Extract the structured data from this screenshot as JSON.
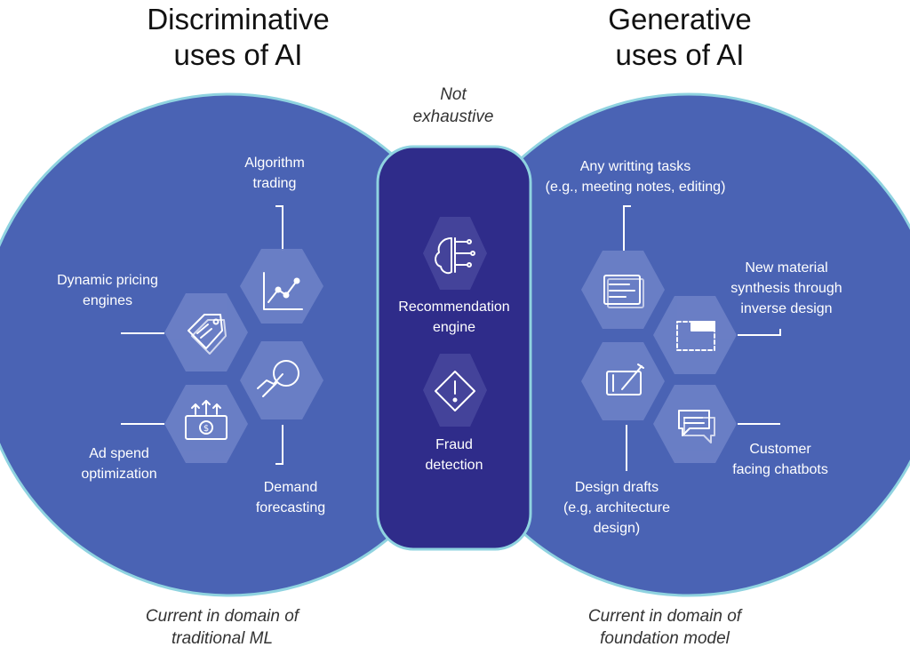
{
  "headings": {
    "left_line1": "Discriminative",
    "left_line2": "uses of AI",
    "right_line1": "Generative",
    "right_line2": "uses of AI"
  },
  "center_note": {
    "line1": "Not",
    "line2": "exhaustive"
  },
  "footers": {
    "left_line1": "Current in domain of",
    "left_line2": "traditional ML",
    "right_line1": "Current in domain of",
    "right_line2": "foundation model"
  },
  "discriminative": {
    "algorithm_trading": [
      "Algorithm",
      "trading"
    ],
    "dynamic_pricing": [
      "Dynamic pricing",
      "engines"
    ],
    "ad_spend": [
      "Ad spend",
      "optimization"
    ],
    "demand_forecasting": [
      "Demand",
      "forecasting"
    ]
  },
  "shared": {
    "recommendation": [
      "Recommendation",
      "engine"
    ],
    "fraud": [
      "Fraud",
      "detection"
    ]
  },
  "generative": {
    "writing": [
      "Any writting tasks",
      "(e.g., meeting notes, editing)"
    ],
    "material": [
      "New material",
      "synthesis through",
      "inverse design"
    ],
    "design": [
      "Design drafts",
      "(e.g, architecture",
      "design)"
    ],
    "chatbots": [
      "Customer",
      "facing chatbots"
    ]
  },
  "colors": {
    "circle_fill": "#4a63b4",
    "circle_border": "#8fd3e0",
    "center_fill": "#2f2c8a",
    "hexagon_fill": "#6b80c6",
    "icon_stroke": "#ffffff"
  },
  "icons": [
    "line-chart-icon",
    "price-tag-icon",
    "magnifier-chart-icon",
    "money-growth-icon",
    "brain-circuit-icon",
    "warning-diamond-icon",
    "document-text-icon",
    "window-frame-icon",
    "tablet-pen-icon",
    "chat-bubbles-icon"
  ]
}
